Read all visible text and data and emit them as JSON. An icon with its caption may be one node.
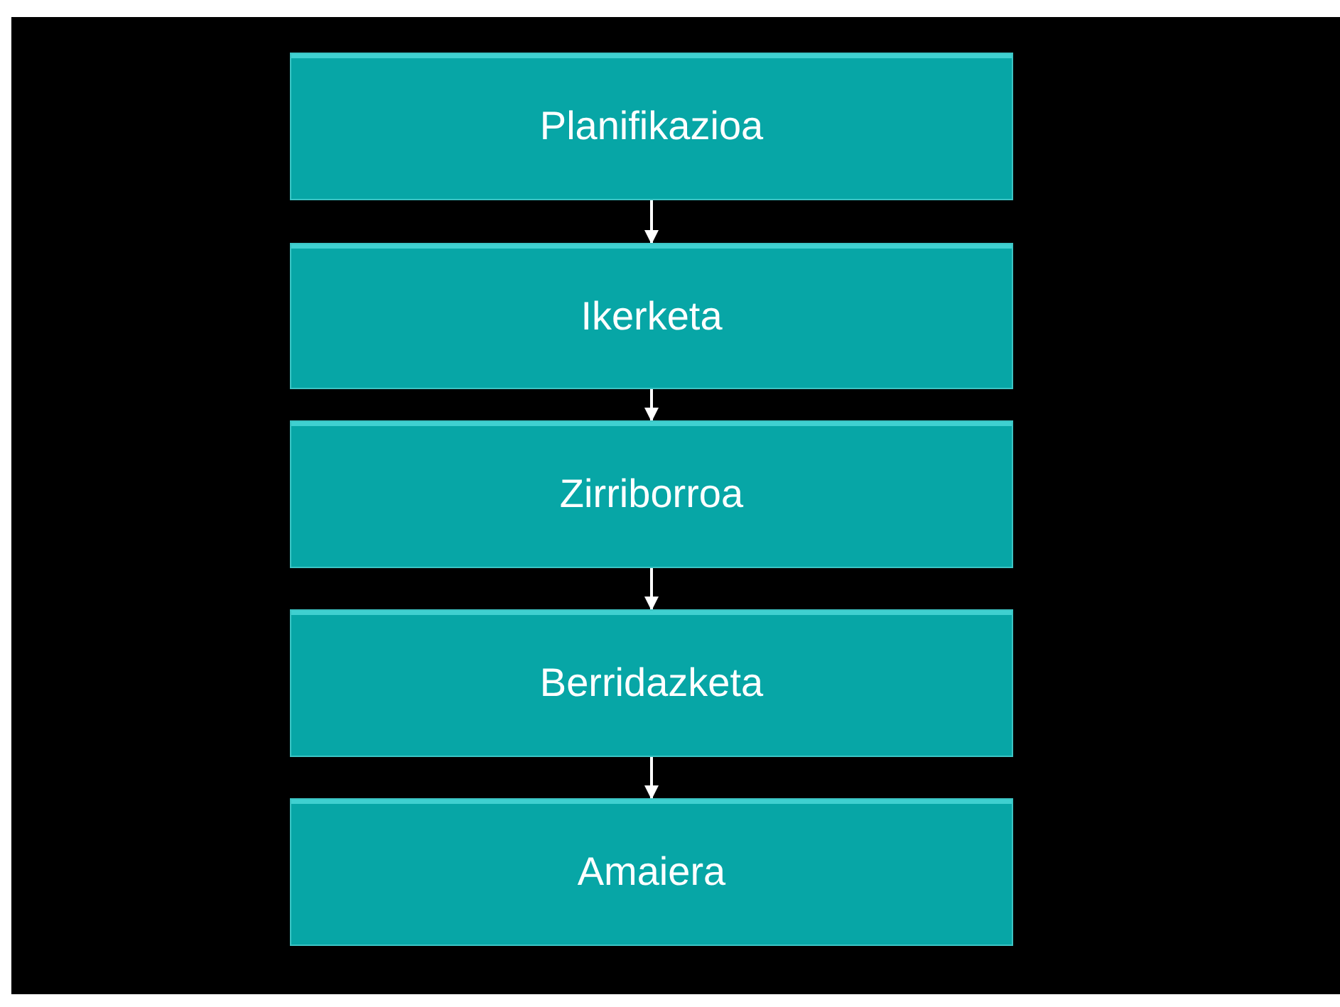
{
  "diagram": {
    "nodes": [
      {
        "text": [
          "Planifikazioa"
        ]
      },
      {
        "text": [
          "Ikerketa"
        ]
      },
      {
        "text": [
          "Zirriborroa"
        ]
      },
      {
        "text": [
          "Berridazketa"
        ]
      },
      {
        "text": [
          "Amaiera"
        ]
      }
    ],
    "edges": [
      {
        "from": 0,
        "to": 1,
        "arrow": "to"
      },
      {
        "from": 1,
        "to": 2,
        "arrow": "to"
      },
      {
        "from": 2,
        "to": 3,
        "arrow": "to"
      },
      {
        "from": 3,
        "to": 4,
        "arrow": "to"
      }
    ]
  }
}
